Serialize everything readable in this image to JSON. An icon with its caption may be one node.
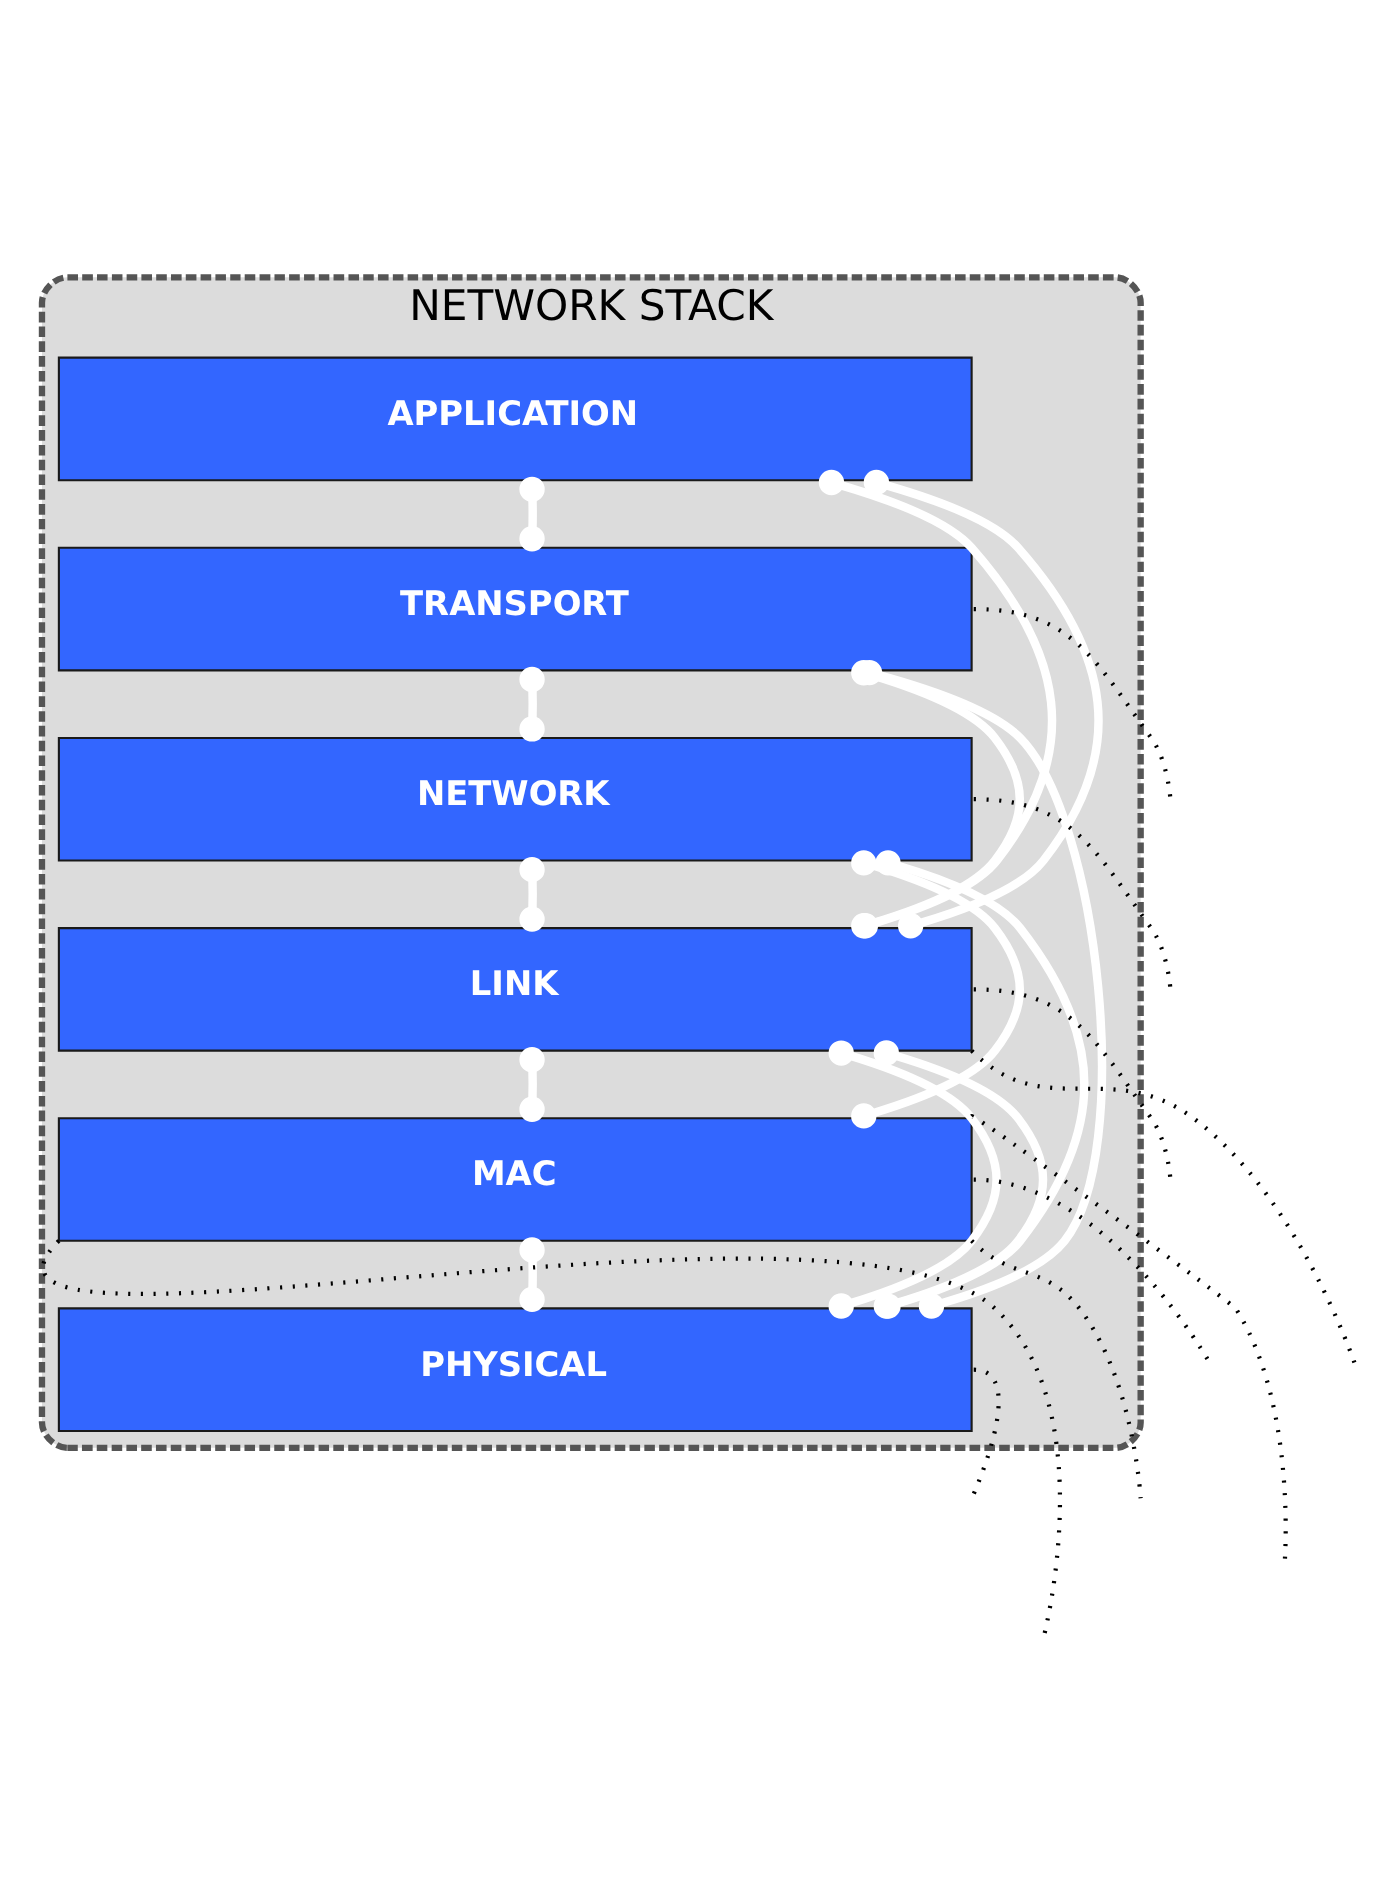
{
  "diagram": {
    "nodes": [
      {
        "text": [
          "NETWORK STACK"
        ]
      },
      {
        "text": [
          "APPLICATION"
        ],
        "in": 0
      },
      {
        "text": [
          "TRANSPORT"
        ],
        "in": 0
      },
      {
        "text": [
          "NETWORK"
        ],
        "in": 0
      },
      {
        "text": [
          "LINK"
        ],
        "in": 0
      },
      {
        "text": [
          "MAC"
        ],
        "in": 0
      },
      {
        "text": [
          "PHYSICAL"
        ],
        "in": 0
      }
    ],
    "edges": [
      {
        "from": 1,
        "to": 4,
        "arrow": "other"
      },
      {
        "from": 1,
        "to": 2,
        "arrow": "other"
      },
      {
        "from": 2,
        "to": 3,
        "arrow": "other"
      },
      {
        "from": 3,
        "to": 6,
        "arrow": "other"
      },
      {
        "from": 1,
        "to": 4,
        "arrow": "other"
      },
      {
        "from": 2,
        "to": 6,
        "arrow": "other"
      },
      {
        "from": 2,
        "to": 4,
        "arrow": "other"
      },
      {
        "from": 3,
        "to": 5,
        "arrow": "other"
      },
      {
        "from": 3,
        "to": 4,
        "arrow": "other"
      },
      {
        "from": 4,
        "to": 6,
        "arrow": "other"
      },
      {
        "from": 4,
        "to": 6,
        "arrow": "other"
      },
      {
        "from": 4,
        "to": 5,
        "arrow": "other"
      },
      {
        "from": 5,
        "to": 6,
        "arrow": "other"
      },
      {
        "from": 2,
        "to": null,
        "arrow": "none",
        "style": "dashed",
        "color": "#000000"
      },
      {
        "from": 3,
        "to": null,
        "arrow": "none",
        "style": "dashed",
        "color": "#000000"
      },
      {
        "from": 4,
        "to": null,
        "arrow": "none",
        "style": "dashed",
        "color": "#000000"
      },
      {
        "from": 4,
        "to": null,
        "arrow": "none",
        "style": "dashed",
        "color": "#000000"
      },
      {
        "from": 5,
        "to": null,
        "arrow": "none",
        "style": "dashed",
        "color": "#000000"
      },
      {
        "from": 5,
        "to": null,
        "arrow": "none",
        "style": "dashed",
        "color": "#000000"
      },
      {
        "from": 5,
        "to": null,
        "arrow": "none",
        "style": "dashed",
        "color": "#000000"
      },
      {
        "from": 5,
        "to": null,
        "arrow": "none",
        "style": "dashed",
        "color": "#000000"
      },
      {
        "from": 6,
        "to": null,
        "arrow": "none",
        "style": "dashed",
        "color": "#000000"
      }
    ]
  }
}
